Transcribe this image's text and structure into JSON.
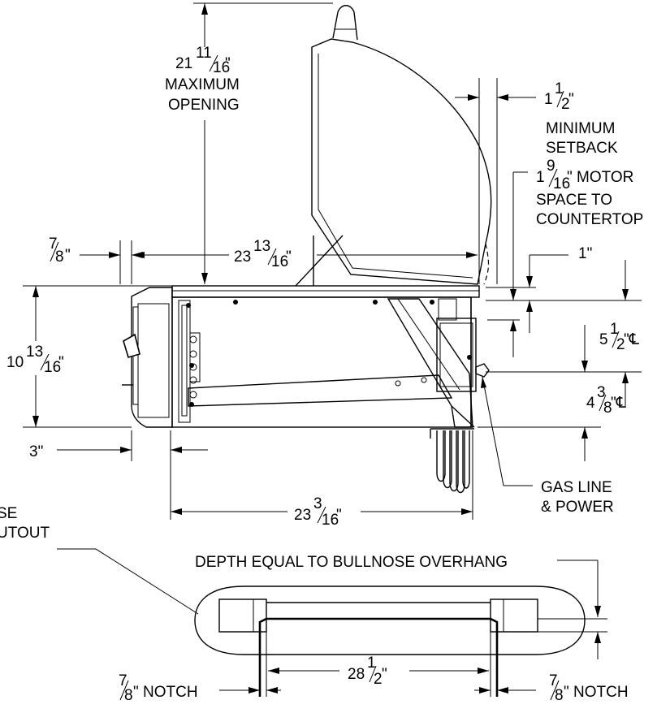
{
  "dimensions": {
    "max_opening": {
      "whole": "21",
      "num": "11",
      "den": "16",
      "line1": "MAXIMUM",
      "line2": "OPENING"
    },
    "min_setback": {
      "whole": "1",
      "num": "1",
      "den": "2",
      "line1": "MINIMUM",
      "line2": "SETBACK"
    },
    "motor_space": {
      "whole": "1",
      "num": "9",
      "den": "16",
      "suffix": "\" MOTOR",
      "line2": "SPACE TO",
      "line3": "COUNTERTOP"
    },
    "front_depth": {
      "num": "7",
      "den": "8"
    },
    "grill_width": {
      "whole": "23",
      "num": "13",
      "den": "16"
    },
    "one_inch": {
      "text": "1\""
    },
    "height": {
      "whole": "10",
      "num": "13",
      "den": "16"
    },
    "gas_center": {
      "whole": "5",
      "num": "1",
      "den": "2",
      "suffix": "\"℄"
    },
    "gas_center2": {
      "whole": "4",
      "num": "3",
      "den": "8",
      "suffix": "\"℄"
    },
    "three_inch": {
      "text": "3\""
    },
    "base_width": {
      "whole": "23",
      "num": "3",
      "den": "16"
    },
    "gas_line": {
      "line1": "GAS LINE",
      "line2": "& POWER"
    },
    "cutout": {
      "line1": "SE",
      "line2": "UTOUT"
    },
    "depth_note": {
      "text": "DEPTH EQUAL TO BULLNOSE OVERHANG"
    },
    "notch_width": {
      "whole": "28",
      "num": "1",
      "den": "2"
    },
    "notch_left": {
      "num": "7",
      "den": "8",
      "suffix": "\" NOTCH"
    },
    "notch_right": {
      "num": "7",
      "den": "8",
      "suffix": "\" NOTCH"
    }
  }
}
